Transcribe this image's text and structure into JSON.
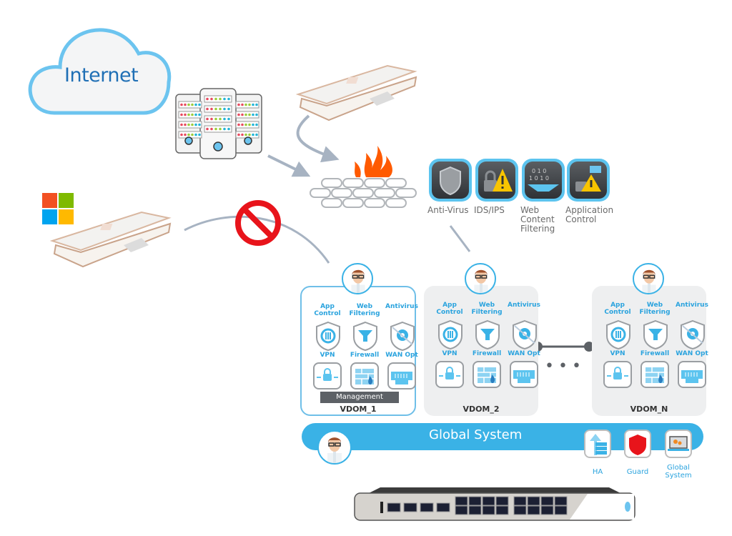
{
  "internet": {
    "label": "Internet"
  },
  "features": [
    {
      "id": "anti-virus",
      "label": "Anti-Virus",
      "icon": "shield-icon"
    },
    {
      "id": "ids-ips",
      "label": "IDS/IPS",
      "icon": "lock-warning-icon"
    },
    {
      "id": "web-content-filtering",
      "label": "Web\nContent\nFiltering",
      "icon": "binary-funnel-icon"
    },
    {
      "id": "application-control",
      "label": "Application\nControl",
      "icon": "app-warning-icon"
    }
  ],
  "vdoms": [
    {
      "name": "VDOM_1",
      "active": true,
      "management_label": "Management",
      "modules": [
        {
          "label": "App\nControl",
          "icon": "gear-sliders-shield-icon"
        },
        {
          "label": "Web\nFiltering",
          "icon": "funnel-shield-icon"
        },
        {
          "label": "Antivirus",
          "icon": "biohazard-shield-icon"
        },
        {
          "label": "VPN",
          "icon": "vpn-lock-icon"
        },
        {
          "label": "Firewall",
          "icon": "firewall-icon"
        },
        {
          "label": "WAN Opt",
          "icon": "wan-opt-icon"
        }
      ]
    },
    {
      "name": "VDOM_2",
      "active": false,
      "modules": [
        {
          "label": "App\nControl",
          "icon": "gear-sliders-shield-icon"
        },
        {
          "label": "Web\nFiltering",
          "icon": "funnel-shield-icon"
        },
        {
          "label": "Antivirus",
          "icon": "biohazard-shield-icon"
        },
        {
          "label": "VPN",
          "icon": "vpn-lock-icon"
        },
        {
          "label": "Firewall",
          "icon": "firewall-icon"
        },
        {
          "label": "WAN Opt",
          "icon": "wan-opt-icon"
        }
      ]
    },
    {
      "name": "VDOM_N",
      "active": false,
      "modules": [
        {
          "label": "App\nControl",
          "icon": "gear-sliders-shield-icon"
        },
        {
          "label": "Web\nFiltering",
          "icon": "funnel-shield-icon"
        },
        {
          "label": "Antivirus",
          "icon": "biohazard-shield-icon"
        },
        {
          "label": "VPN",
          "icon": "vpn-lock-icon"
        },
        {
          "label": "Firewall",
          "icon": "firewall-icon"
        },
        {
          "label": "WAN Opt",
          "icon": "wan-opt-icon"
        }
      ]
    }
  ],
  "ellipsis": "•••",
  "global_system": {
    "title": "Global System",
    "tiles": [
      {
        "label": "HA",
        "icon": "ha-server-icon"
      },
      {
        "label": "Guard",
        "icon": "guard-shield-icon"
      },
      {
        "label": "Global\nSystem",
        "icon": "laptop-gears-icon"
      }
    ]
  },
  "colors": {
    "accent_blue": "#3ab2e6",
    "flame": "#ff5a00",
    "block_red": "#e8141b",
    "vdom_bg": "#eeeff0"
  }
}
